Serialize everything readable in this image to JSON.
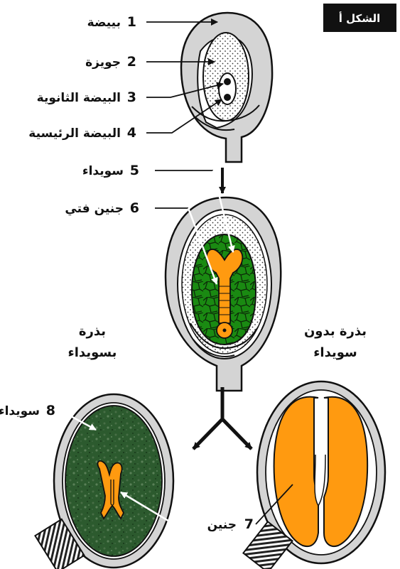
{
  "figure_label": "الشكل أ",
  "labels": [
    {
      "num": "1",
      "text": "بييضة"
    },
    {
      "num": "2",
      "text": "جويزة"
    },
    {
      "num": "3",
      "text": "البيضة الثانوية"
    },
    {
      "num": "4",
      "text": "البيضة الرئيسية"
    },
    {
      "num": "5",
      "text": "سويداء"
    },
    {
      "num": "6",
      "text": "جنين فتي"
    },
    {
      "num": "7",
      "text": "جنين"
    },
    {
      "num": "8",
      "text": "سويداء"
    }
  ],
  "seed_with_endosperm": [
    "بذرة",
    "بسويداء"
  ],
  "seed_without_endosperm": [
    "بذرة بدون",
    "سويداء"
  ],
  "colors": {
    "integument": "#d4d4d4",
    "embryo": "#ff9a10",
    "endosperm_cell": "#1a8a12",
    "mature_endosperm": "#2c5a2e",
    "figure_tag_bg": "#111111"
  }
}
